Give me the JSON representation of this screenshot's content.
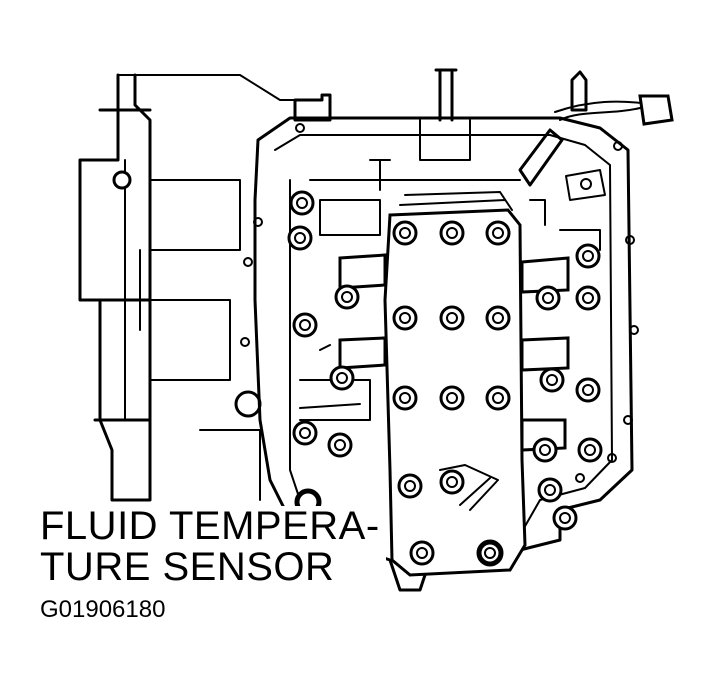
{
  "caption": {
    "line1": "FLUID TEMPERA-",
    "line2": "TURE SENSOR"
  },
  "figure_code": "G01906180"
}
